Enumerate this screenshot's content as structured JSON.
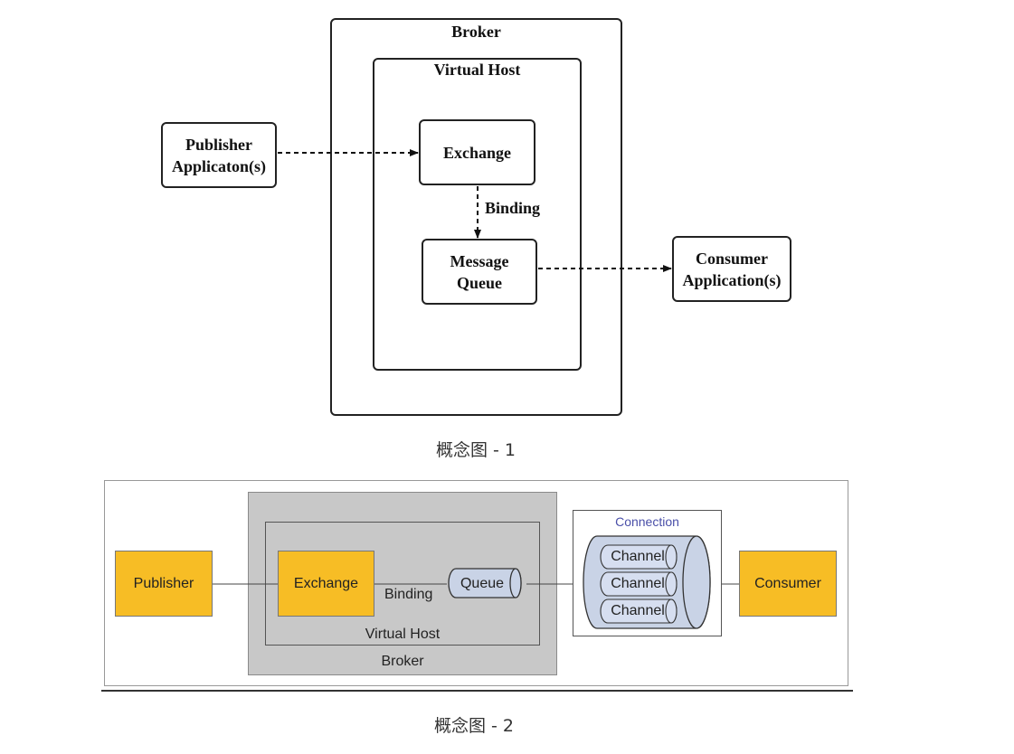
{
  "diagram1": {
    "broker_label": "Broker",
    "vhost_label": "Virtual Host",
    "publisher": [
      "Publisher",
      "Applicaton(s)"
    ],
    "exchange": "Exchange",
    "binding": "Binding",
    "queue": [
      "Message",
      "Queue"
    ],
    "consumer": [
      "Consumer",
      "Application(s)"
    ],
    "caption": "概念图 - 1"
  },
  "diagram2": {
    "publisher": "Publisher",
    "exchange": "Exchange",
    "binding": "Binding",
    "queue": "Queue",
    "vhost_label": "Virtual Host",
    "broker_label": "Broker",
    "connection_label": "Connection",
    "channels": [
      "Channel",
      "Channel",
      "Channel"
    ],
    "consumer": "Consumer",
    "caption": "概念图 - 2",
    "colors": {
      "component_fill": "#f7bd25",
      "broker_fill": "#c8c8c8",
      "queue_fill": "#c9d3e6",
      "connection_label": "#4a4fa8"
    }
  }
}
